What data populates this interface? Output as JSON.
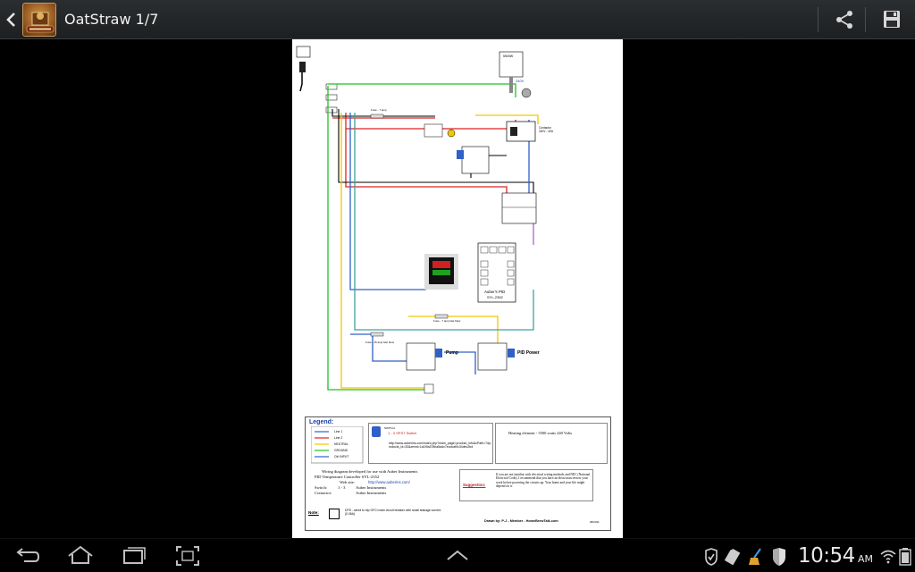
{
  "app": {
    "title": "OatStraw 1/7",
    "logo_icon": "hometalk-logo-icon"
  },
  "actionbar": {
    "share_icon": "share-icon",
    "save_icon": "save-icon"
  },
  "document": {
    "legend_title": "Legend:",
    "legend_lines": [
      "Line 1",
      "Line 2",
      "NEUTRAL",
      "GROUND",
      "Ctrl INPUT"
    ],
    "switch_title": "SWITCH",
    "switch_desc": "1 - 3  SPST Switch",
    "url_text": "http://www.auberins.com/index.php?main_page=product_info&cPath=7&products_id=33&zenid=1a1f9a378ba5adc7ecdcaf0c34dec2bd",
    "heating_element": "Heating element - 5500 watts 240 Volts",
    "developed_text": "Wiring diagram developed for use with Auber Instruments",
    "pid_controller": "PID Temperature Controller SYL-2352",
    "website_label": "Web site:",
    "website": "http://www.auberins.com/",
    "switch_label": "Switch:",
    "switch_range": "1 - 3",
    "switch_brand": "Auber Instruments",
    "contactor_label": "Contactor:",
    "contactor_brand": "Auber Instruments",
    "suggestion_label": "Suggestion:",
    "suggestion_text": "If you are not familiar with electrical wiring methods and NEC (National Electrical Code), I recommend that you have an electrician review your work before powering the circuits up. Your home and your life might depend on it.",
    "note_label": "Note:",
    "note_text": "DPS - wired to trip GFCI main circuit breaker with small leakage current. (0.06A)",
    "drawn_by": "Drawn by: P-J - Member - HomeBrewTalk.com",
    "date": "08/2011",
    "pid_label": "Auber's PID",
    "pid_model": "SYL-2352",
    "contactor_diagram_label": "Contactor",
    "contactor_spec": "240V - 40A",
    "element_label": "5500W",
    "element_volts": "240V",
    "pump_label": "Pump",
    "pid_power_label": "PID Power",
    "fuse_label": "Fuse - 7 amp",
    "fuse_label2": "Fuse - 7 amp fast blow",
    "fuse_label3": "Fuse - 15 amp fast blow"
  },
  "navbar": {
    "back_icon": "back-icon",
    "home_icon": "home-icon",
    "recents_icon": "recent-apps-icon",
    "screenshot_icon": "screenshot-icon",
    "up_icon": "chevron-up-icon"
  },
  "status": {
    "time": "10:54",
    "ampm": "AM"
  }
}
